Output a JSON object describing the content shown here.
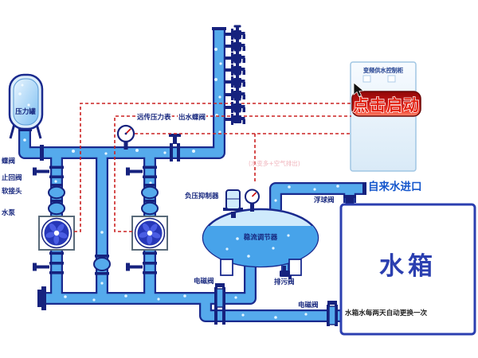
{
  "diagram": {
    "labels": {
      "pressure_tank": "压力罐",
      "butterfly_valve": "蝶阀",
      "check_valve": "止回阀",
      "flexible_joint": "软接头",
      "water_pump": "水泵",
      "remote_pressure_gauge": "远传压力表",
      "outlet_butterfly_valve": "出水蝶阀",
      "negative_pressure_suppressor": "负压抑制器",
      "flow_regulator": "稳流调节器",
      "float_valve": "浮球阀",
      "drain_valve": "排污阀",
      "solenoid_valve_left": "电磁阀",
      "solenoid_valve_right": "电磁阀",
      "tap_water_inlet": "自来水进口",
      "air_note": "(水变多+空气排出)"
    },
    "cabinet": {
      "title": "变频供水控制柜",
      "start_button": "点击启动"
    },
    "tank": {
      "title": "水箱",
      "note": "水箱水每两天自动更换一次"
    },
    "colors": {
      "pipe_fill": "#55aaec",
      "pipe_outline": "#1a2a8e",
      "signal_line": "#cc2222",
      "button_red": "#c41414",
      "label_blue": "#17277e",
      "inlet_blue": "#1456cc",
      "tank_border": "#2b3fb0",
      "vessel_light": "#cfeafc"
    }
  }
}
